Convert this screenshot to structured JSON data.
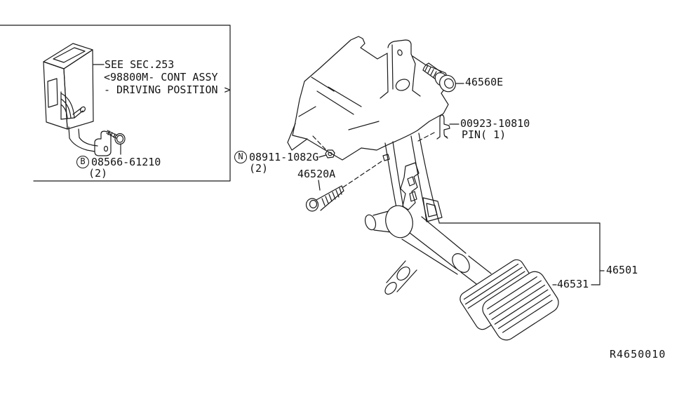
{
  "colors": {
    "background": "#ffffff",
    "line": "#1a1a1a"
  },
  "inset_note": {
    "line1": "SEE SEC.253",
    "line2": "<98800M- CONT ASSY",
    "line3": "- DRIVING POSITION >"
  },
  "parts": {
    "screw_b": {
      "badge": "B",
      "part_number": "08566-61210",
      "qty": "(2)"
    },
    "nut_n": {
      "badge": "N",
      "part_number": "08911-1082G",
      "qty": "(2)"
    },
    "stopper_bolt": {
      "part_number": "46520A"
    },
    "bracket_bolt": {
      "part_number": "46560E"
    },
    "pin": {
      "part_number": "00923-10810",
      "note": "PIN( 1)"
    },
    "pedal_assembly": {
      "part_number": "46501"
    },
    "pedal_pad": {
      "part_number": "46531"
    }
  },
  "footer": {
    "diagram_ref": "R4650010"
  }
}
